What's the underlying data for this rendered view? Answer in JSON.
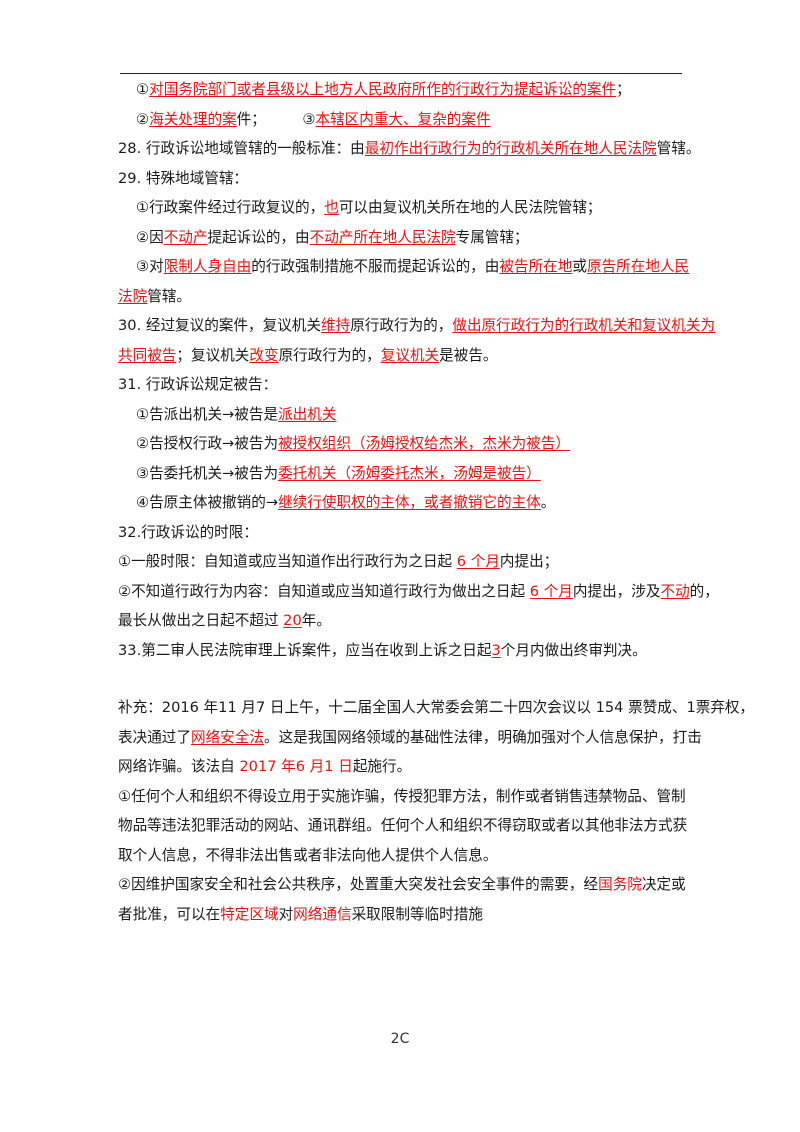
{
  "lines": [
    {
      "segs": [
        {
          "t": "①"
        },
        {
          "t": "对国务院部门或者县级以上地方人民政府所作的行政行为提起诉讼的案件",
          "hl": 1
        },
        {
          "t": "；"
        }
      ],
      "indent": 1
    },
    {
      "segs": [
        {
          "t": "②"
        },
        {
          "t": "海关处理的案",
          "hl": 1
        },
        {
          "t": "件；　　　③"
        },
        {
          "t": "本辖区内重大、复杂的案件",
          "hl": 1
        }
      ],
      "indent": 1
    },
    {
      "segs": [
        {
          "t": "28. 行政诉讼地域管辖的一般标准：由"
        },
        {
          "t": "最初作出行政行为的行政机关所在地人民法院",
          "hl": 1
        },
        {
          "t": "管辖。"
        }
      ]
    },
    {
      "segs": [
        {
          "t": "29. 特殊地域管辖："
        }
      ]
    },
    {
      "segs": [
        {
          "t": "①行政案件经过行政复议的，"
        },
        {
          "t": "也",
          "hl": 1
        },
        {
          "t": "可以由复议机关所在地的人民法院管辖；"
        }
      ],
      "indent": 1
    },
    {
      "segs": [
        {
          "t": "②因"
        },
        {
          "t": "不动产",
          "hl": 1
        },
        {
          "t": "提起诉讼的，由"
        },
        {
          "t": "不动产所在地人民法院",
          "hl": 1
        },
        {
          "t": "专属管辖；"
        }
      ],
      "indent": 1
    },
    {
      "segs": [
        {
          "t": "③对"
        },
        {
          "t": "限制人身自由",
          "hl": 1
        },
        {
          "t": "的行政强制措施不服而提起诉讼的，由"
        },
        {
          "t": "被告所在地",
          "hl": 1
        },
        {
          "t": "或"
        },
        {
          "t": "原告所在地人民",
          "hl": 1
        }
      ],
      "indent": 1
    },
    {
      "segs": [
        {
          "t": "法院",
          "hl": 1
        },
        {
          "t": "管辖。"
        }
      ]
    },
    {
      "segs": [
        {
          "t": "30. 经过复议的案件，复议机关"
        },
        {
          "t": "维持",
          "hl": 1
        },
        {
          "t": "原行政行为的，"
        },
        {
          "t": "做出原行政行为的行政机关和复议机关为",
          "hl": 1
        }
      ]
    },
    {
      "segs": [
        {
          "t": "共同被告",
          "hl": 1
        },
        {
          "t": "；复议机关"
        },
        {
          "t": "改变",
          "hl": 1
        },
        {
          "t": "原行政行为的，"
        },
        {
          "t": "复议机关",
          "hl": 1
        },
        {
          "t": "是被告。"
        }
      ]
    },
    {
      "segs": [
        {
          "t": "31. 行政诉讼规定被告："
        }
      ]
    },
    {
      "segs": [
        {
          "t": "①告派出机关→被告是"
        },
        {
          "t": "派出机关",
          "hl": 1
        }
      ],
      "indent": 1
    },
    {
      "segs": [
        {
          "t": "②告授权行政→被告为"
        },
        {
          "t": "被授权组织（汤姆授权给杰米，杰米为被告）",
          "hl": 1
        }
      ],
      "indent": 1
    },
    {
      "segs": [
        {
          "t": "③告委托机关→被告为"
        },
        {
          "t": "委托机关（汤姆委托杰米，汤姆是被告）",
          "hl": 1
        }
      ],
      "indent": 1
    },
    {
      "segs": [
        {
          "t": "④告原主体被撤销的→"
        },
        {
          "t": "继续行使职权的主体，或者撤销它的主体",
          "hl": 1
        },
        {
          "t": "。"
        }
      ],
      "indent": 1
    },
    {
      "segs": [
        {
          "t": "32.行政诉讼的时限："
        }
      ]
    },
    {
      "segs": [
        {
          "t": "①一般时限：自知道或应当知道作出行政行为之日起 "
        },
        {
          "t": "6 个月",
          "hl": 1
        },
        {
          "t": "内提出；"
        }
      ]
    },
    {
      "segs": [
        {
          "t": "②不知道行政行为内容：自知道或应当知道行政行为做出之日起 "
        },
        {
          "t": "6 个月",
          "hl": 1
        },
        {
          "t": "内提出，涉及"
        },
        {
          "t": "不动",
          "hl": 1
        },
        {
          "t": "的，"
        }
      ]
    },
    {
      "segs": [
        {
          "t": "最长从做出之日起不超过 "
        },
        {
          "t": "20",
          "hl": 1
        },
        {
          "t": "年。"
        }
      ]
    },
    {
      "segs": [
        {
          "t": "33.第二审人民法院审理上诉案件，应当在收到上诉之日起"
        },
        {
          "t": "3",
          "hl": 1
        },
        {
          "t": "个月内做出终审判决。"
        }
      ]
    },
    {
      "gap": true
    },
    {
      "segs": [
        {
          "t": "补充：2016 年11 月7 日上午，十二届全国人大常委会第二十四次会议以 154 票赞成、1票弃权，"
        }
      ]
    },
    {
      "segs": [
        {
          "t": "表决通过了"
        },
        {
          "t": "网络安全法",
          "hl": 1
        },
        {
          "t": "。这是我国网络领域的基础性法律，明确加强对个人信息保护，打击"
        }
      ]
    },
    {
      "segs": [
        {
          "t": "网络诈骗。该法自 "
        },
        {
          "t": "2017 年6 月1 日",
          "hl": 2
        },
        {
          "t": "起施行。"
        }
      ]
    },
    {
      "segs": [
        {
          "t": "①任何个人和组织不得设立用于实施诈骗，传授犯罪方法，制作或者销售违禁物品、管制"
        }
      ]
    },
    {
      "segs": [
        {
          "t": "物品等违法犯罪活动的网站、通讯群组。任何个人和组织不得窃取或者以其他非法方式获"
        }
      ]
    },
    {
      "segs": [
        {
          "t": "取个人信息，不得非法出售或者非法向他人提供个人信息。"
        }
      ]
    },
    {
      "segs": [
        {
          "t": "②因维护国家安全和社会公共秩序，处置重大突发社会安全事件的需要，经"
        },
        {
          "t": "国务院",
          "hl": 2
        },
        {
          "t": "决定或"
        }
      ]
    },
    {
      "segs": [
        {
          "t": "者批准，可以在"
        },
        {
          "t": "特定区域",
          "hl": 2
        },
        {
          "t": "对"
        },
        {
          "t": "网络通信",
          "hl": 2
        },
        {
          "t": "采取限制等临时措施"
        }
      ]
    }
  ],
  "page_number": "2C",
  "colors": {
    "highlight": "#ee1111",
    "text": "#1a1a1a"
  }
}
